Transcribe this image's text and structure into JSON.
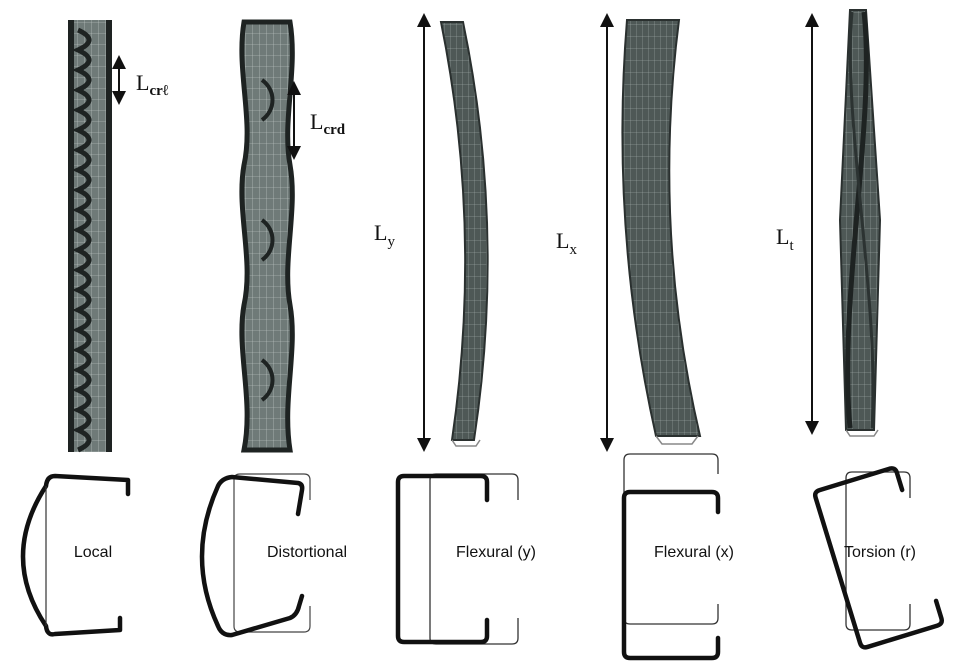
{
  "dimension_labels": {
    "local": {
      "main": "L",
      "sub": "crℓ"
    },
    "distortional": {
      "main": "L",
      "sub": "crd"
    },
    "flexural_y": {
      "main": "L",
      "sub": "y"
    },
    "flexural_x": {
      "main": "L",
      "sub": "x"
    },
    "torsion": {
      "main": "L",
      "sub": "t"
    }
  },
  "modes": {
    "local": "Local",
    "distortional": "Distortional",
    "flexural_y": "Flexural (y)",
    "flexural_x": "Flexural (x)",
    "torsion": "Torsion (r)"
  },
  "colors": {
    "mesh_fill": "#6f7a78",
    "mesh_dark": "#1e2322",
    "mesh_line": "#c9d1cf",
    "ink": "#111111",
    "outline_light": "#333333"
  }
}
